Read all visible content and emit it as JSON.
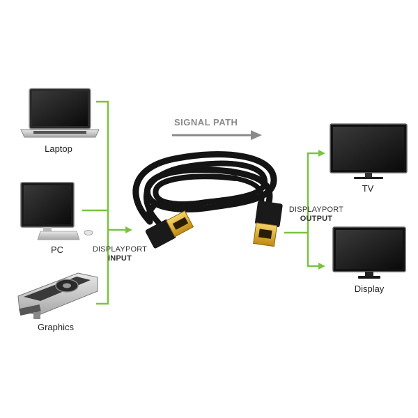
{
  "signal": {
    "label": "SIGNAL PATH"
  },
  "inputs": {
    "title_line1": "DISPLAYPORT",
    "title_line2": "INPUT",
    "items": [
      {
        "label": "Laptop",
        "icon": "laptop-icon"
      },
      {
        "label": "PC",
        "icon": "desktop-pc-icon"
      },
      {
        "label": "Graphics",
        "icon": "graphics-card-icon"
      }
    ]
  },
  "outputs": {
    "title_line1": "DISPLAYPORT",
    "title_line2": "OUTPUT",
    "items": [
      {
        "label": "TV",
        "icon": "tv-icon"
      },
      {
        "label": "Display",
        "icon": "monitor-icon"
      }
    ]
  },
  "colors": {
    "connector_line": "#7cc242",
    "signal_arrow": "#8a8a8a",
    "cable": "#141414",
    "plug_gold": "#d9a520"
  }
}
